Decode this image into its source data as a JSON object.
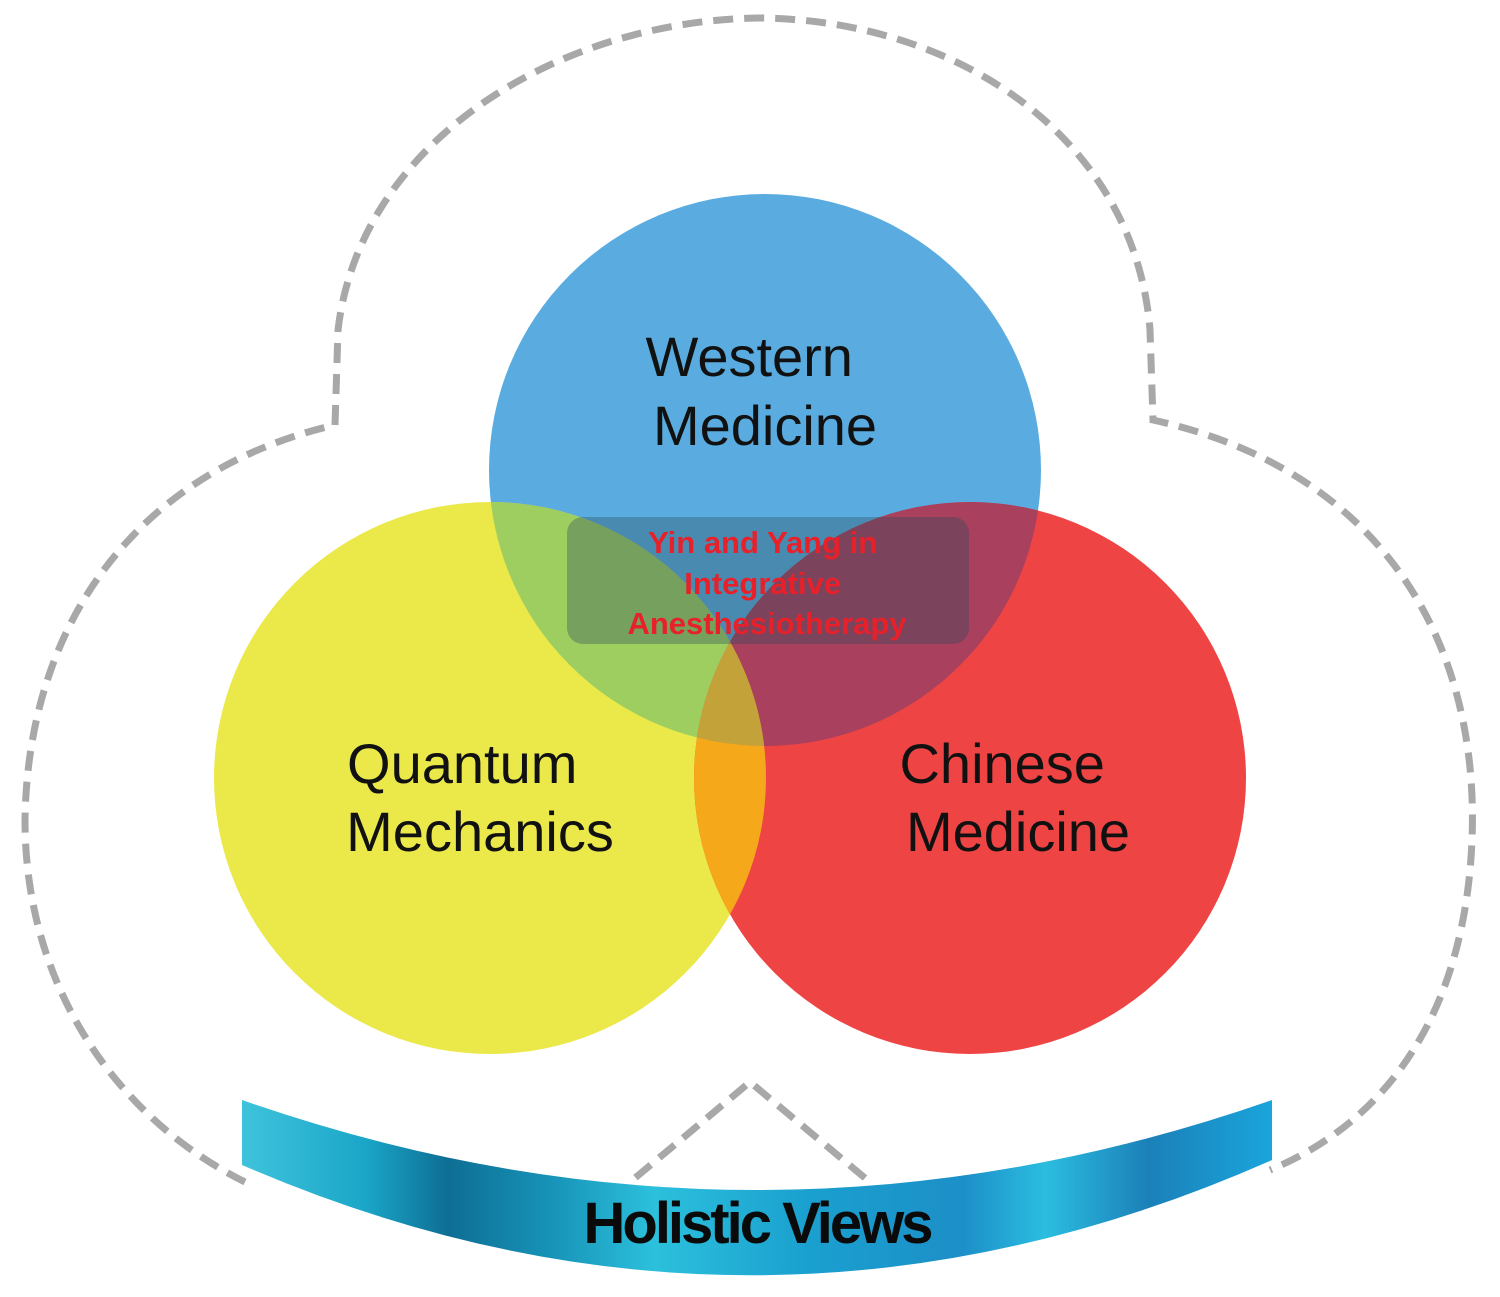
{
  "diagram": {
    "type": "venn",
    "sets": [
      {
        "id": "western",
        "label_lines": [
          "Western",
          "Medicine"
        ],
        "color": "#5aace0"
      },
      {
        "id": "quantum",
        "label_lines": [
          "Quantum",
          "Mechanics"
        ],
        "color": "#ebe84a"
      },
      {
        "id": "chinese",
        "label_lines": [
          "Chinese",
          "Medicine"
        ],
        "color": "#ef4444"
      }
    ],
    "overlap_colors": {
      "western_quantum": "#9fce60",
      "western_chinese": "#a8405e",
      "quantum_chinese": "#f5a81a",
      "center_box": "#5e6a72"
    },
    "center": {
      "label_lines": [
        "Yin and Yang in",
        "Integrative",
        "Anesthesiotherapy"
      ],
      "text_color": "#e8202a"
    },
    "banner": {
      "label": "Holistic Views",
      "colors": {
        "light": "#27b6d6",
        "dark": "#0f7fa8",
        "mid": "#1a9ccf"
      }
    },
    "outline": {
      "color": "#a8a8a8",
      "style": "dashed"
    }
  }
}
